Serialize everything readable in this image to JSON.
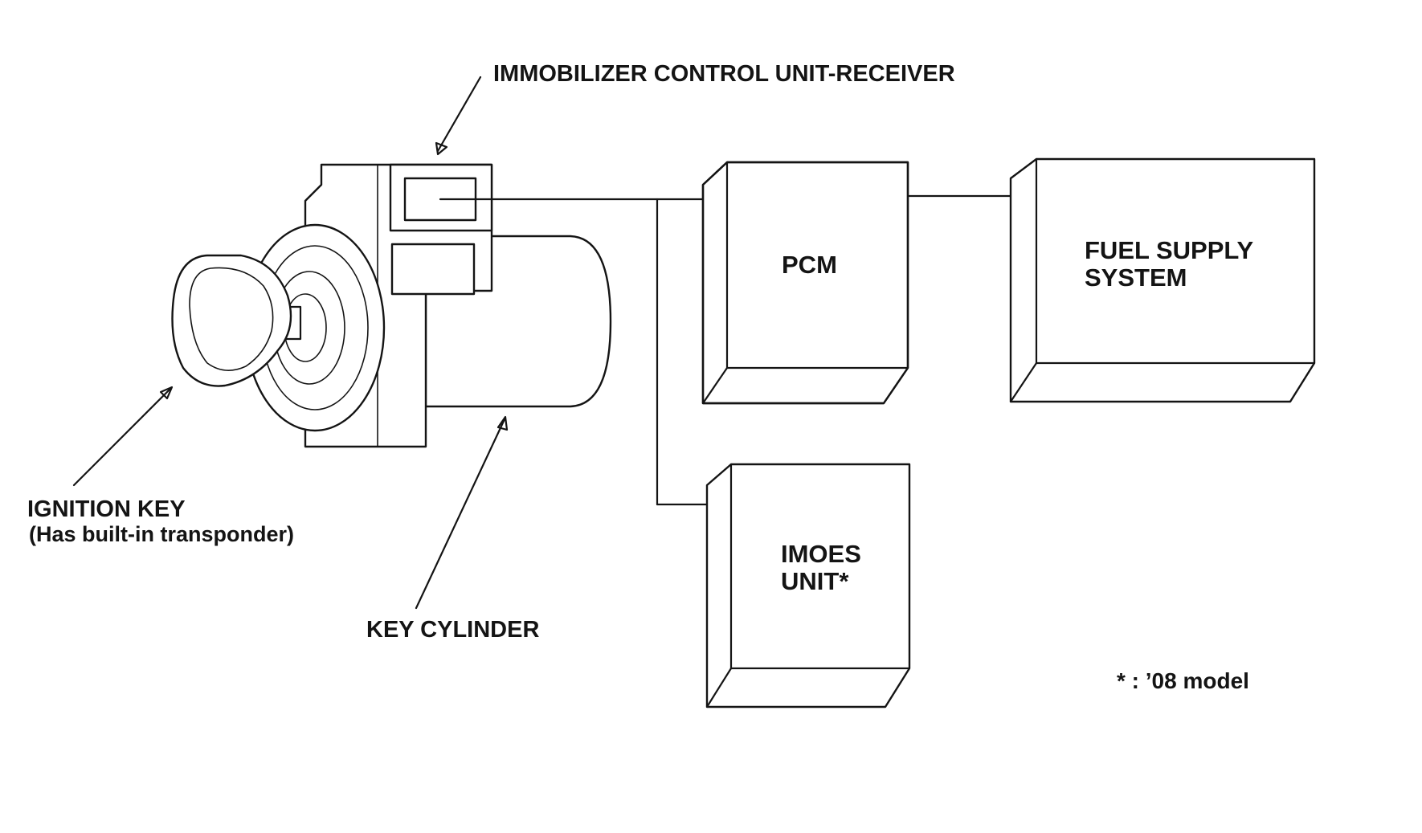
{
  "labels": {
    "immobilizer_unit": "IMMOBILIZER CONTROL UNIT-RECEIVER",
    "ignition_key": "IGNITION KEY",
    "ignition_key_note": "(Has built-in transponder)",
    "key_cylinder": "KEY CYLINDER",
    "pcm": "PCM",
    "fuel_supply_line1": "FUEL SUPPLY",
    "fuel_supply_line2": "SYSTEM",
    "imoes_line1": "IMOES",
    "imoes_line2": "UNIT*",
    "footnote": "* : ’08 model"
  }
}
